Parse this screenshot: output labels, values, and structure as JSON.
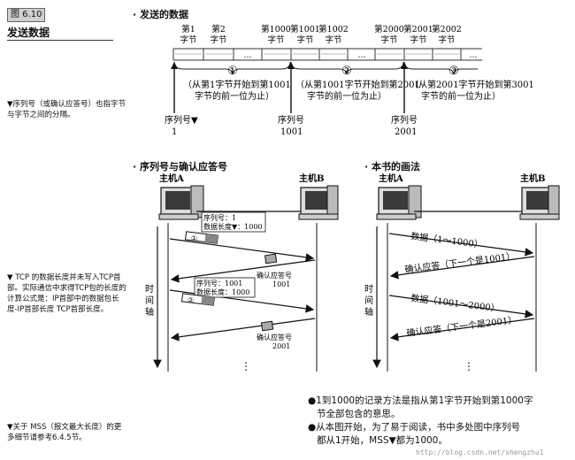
{
  "figure": {
    "label": "图 6.10",
    "title": "发送数据"
  },
  "side_notes": [
    "▼序列号（或确认应答号）也指字节与字节之间的分隔。",
    "▼ TCP 的数据长度并未写入TCP首部。实际通信中求得TCP包的长度的计算公式是：IP首部中的数据包长度-IP首部长度 TCP首部长度。",
    "▼关于 MSS（报文最大长度）的更多细节请参考6.4.5节。"
  ],
  "top": {
    "heading": "· 发送的数据",
    "byte_labels": [
      {
        "top": "第1",
        "bottom": "字节"
      },
      {
        "top": "第2",
        "bottom": "字节"
      },
      {
        "top": "第1000",
        "bottom": "字节"
      },
      {
        "top": "第1001",
        "bottom": "字节"
      },
      {
        "top": "第1002",
        "bottom": "字节"
      },
      {
        "top": "第2000",
        "bottom": "字节"
      },
      {
        "top": "第2001",
        "bottom": "字节"
      },
      {
        "top": "第2002",
        "bottom": "字节"
      }
    ],
    "dots": "…",
    "segments": [
      {
        "num": "①",
        "line1": "（从第1字节开始到第1001",
        "line2": "字节的前一位为止）"
      },
      {
        "num": "②",
        "line1": "（从第1001字节开始到第2001",
        "line2": "字节的前一位为止）"
      },
      {
        "num": "③",
        "line1": "（从第2001字节开始到第3001",
        "line2": "字节的前一位为止）"
      }
    ],
    "seq_markers": [
      {
        "label": "序列号▼",
        "value": "1"
      },
      {
        "label": "序列号",
        "value": "1001"
      },
      {
        "label": "序列号",
        "value": "2001"
      }
    ]
  },
  "left_diagram": {
    "heading": "· 序列号与确认应答号",
    "host_a": "主机A",
    "host_b": "主机B",
    "time_axis": [
      "时",
      "间",
      "轴"
    ],
    "packet1": {
      "num": "①",
      "seq": "序列号：1",
      "len": "数据长度▼：1000"
    },
    "ack1": {
      "label": "确认应答号",
      "value": "1001"
    },
    "packet2": {
      "num": "②",
      "seq": "序列号：1001",
      "len": "数据长度：1000"
    },
    "ack2": {
      "label": "确认应答号",
      "value": "2001"
    },
    "dots": "⋮"
  },
  "right_diagram": {
    "heading": "· 本书的画法",
    "host_a": "主机A",
    "host_b": "主机B",
    "time_axis": [
      "时",
      "间",
      "轴"
    ],
    "msg1": "数据（1～1000）",
    "msg2": "确认应答（下一个是1001）",
    "msg3": "数据（1001～2000）",
    "msg4": "确认应答（下一个是2001）",
    "dots": "⋮"
  },
  "footnotes": [
    {
      "mark": "●",
      "line1": "1到1000的记录方法是指从第1字节开始到第1000字",
      "line2": "节全部包含的意思。"
    },
    {
      "mark": "●",
      "line1": "从本图开始，为了易于阅读，书中多处图中序列号",
      "line2": "都从1开始，MSS▼都为1000。"
    }
  ],
  "watermark": "http://blog.csdn.net/shengzhu1"
}
